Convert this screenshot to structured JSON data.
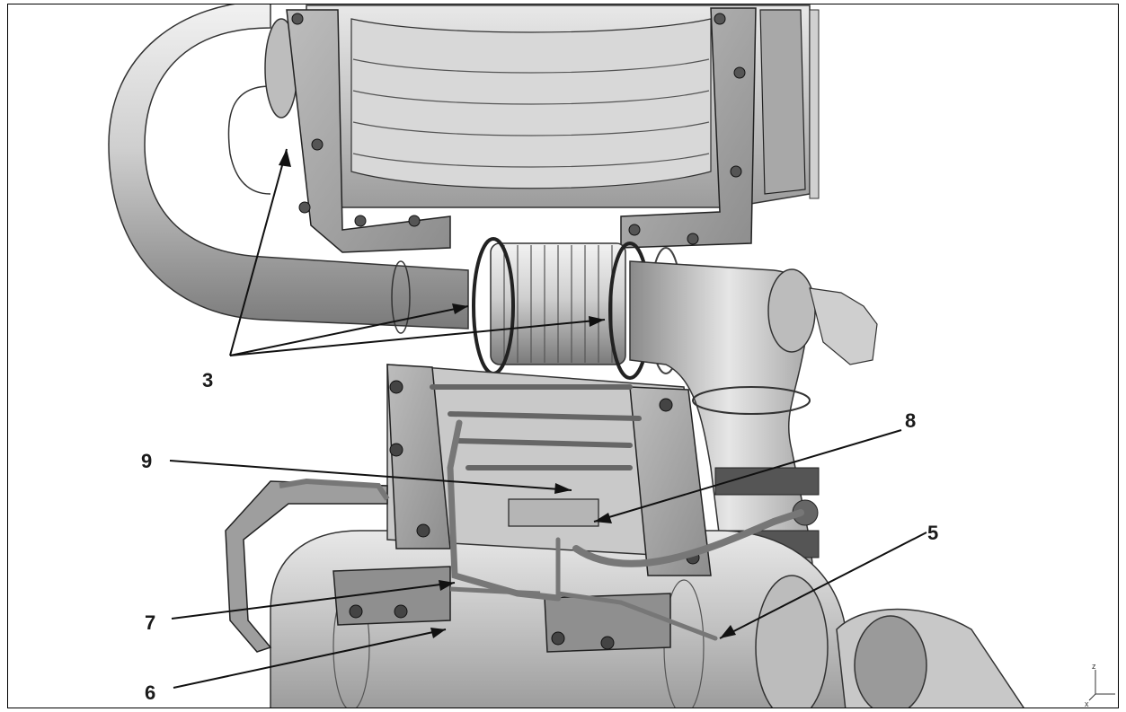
{
  "diagram": {
    "callouts": [
      {
        "id": "3",
        "label": "3"
      },
      {
        "id": "5",
        "label": "5"
      },
      {
        "id": "6",
        "label": "6"
      },
      {
        "id": "7",
        "label": "7"
      },
      {
        "id": "8",
        "label": "8"
      },
      {
        "id": "9",
        "label": "9"
      }
    ],
    "axis_triad": {
      "z_label": "z",
      "x_label": "x"
    }
  }
}
